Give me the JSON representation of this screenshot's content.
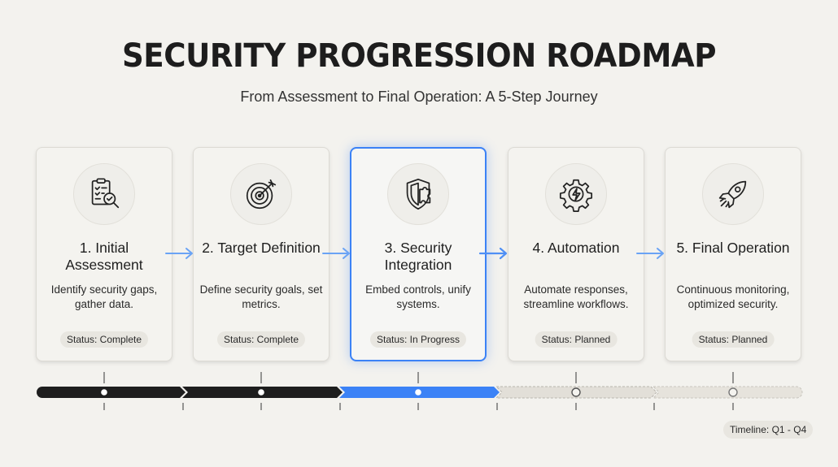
{
  "header": {
    "title": "SECURITY PROGRESSION ROADMAP",
    "subtitle": "From Assessment to Final Operation: A 5-Step Journey"
  },
  "steps": [
    {
      "title": "1. Initial Assessment",
      "description": "Identify security gaps, gather data.",
      "status": "Status: Complete",
      "icon": "checklist-magnifier-icon"
    },
    {
      "title": "2. Target Definition",
      "description": "Define security goals, set metrics.",
      "status": "Status: Complete",
      "icon": "target-arrow-icon"
    },
    {
      "title": "3. Security Integration",
      "description": "Embed controls, unify systems.",
      "status": "Status: In Progress",
      "icon": "shield-puzzle-icon"
    },
    {
      "title": "4. Automation",
      "description": "Automate responses, streamline workflows.",
      "status": "Status: Planned",
      "icon": "gear-bolt-icon"
    },
    {
      "title": "5. Final Operation",
      "description": "Continuous monitoring, optimized security.",
      "status": "Status: Planned",
      "icon": "rocket-icon"
    }
  ],
  "timeline": {
    "label": "Timeline: Q1 - Q4"
  },
  "colors": {
    "complete": "#1e1e1e",
    "in_progress": "#3b82f6",
    "planned": "#e2dfd8",
    "background": "#f3f2ee"
  }
}
